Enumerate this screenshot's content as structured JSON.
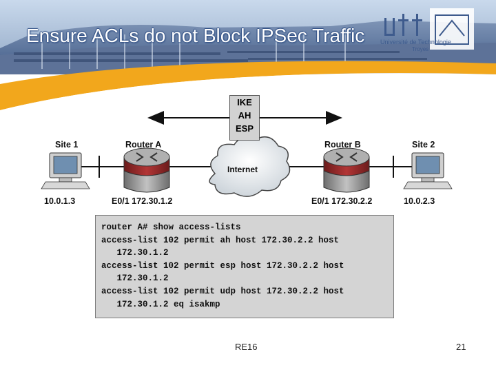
{
  "slide": {
    "title": "Ensure ACLs do not Block IPSec Traffic",
    "footer_center": "RE16",
    "page_number": "21"
  },
  "logo": {
    "mark": "utt",
    "name": "Université de Technologie",
    "city": "Troyes"
  },
  "diagram": {
    "protocols": [
      "IKE",
      "AH",
      "ESP"
    ],
    "cloud_label": "Internet",
    "site1": {
      "label": "Site 1",
      "ip": "10.0.1.3"
    },
    "site2": {
      "label": "Site 2",
      "ip": "10.0.2.3"
    },
    "router_a": {
      "label": "Router A",
      "interface": "E0/1 172.30.1.2"
    },
    "router_b": {
      "label": "Router B",
      "interface": "E0/1 172.30.2.2"
    }
  },
  "config": {
    "lines": [
      "router A# show access-lists",
      "access-list 102 permit ah host 172.30.2.2 host",
      "   172.30.1.2",
      "access-list 102 permit esp host 172.30.2.2 host",
      "   172.30.1.2",
      "access-list 102 permit udp host 172.30.2.2 host",
      "   172.30.1.2 eq isakmp"
    ]
  },
  "colors": {
    "curve": "#f2a71c",
    "title": "#ffffff",
    "router_red": "#9c2a2a",
    "panel": "#d4d4d4"
  }
}
